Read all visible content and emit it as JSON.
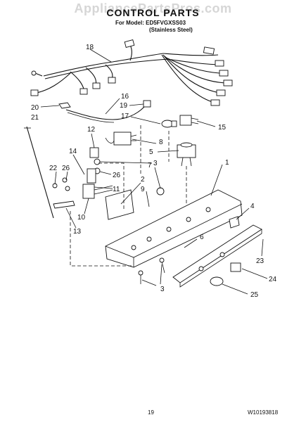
{
  "header": {
    "watermark": "AppliancePartsPros.com",
    "title": "CONTROL PARTS",
    "model_line": "For Model: ED5FVGXSS03",
    "model_sub": "(Stainless Steel)"
  },
  "footer": {
    "page_number": "19",
    "doc_code": "W10193818"
  },
  "callouts": [
    "18",
    "16",
    "19",
    "20",
    "21",
    "17",
    "15",
    "12",
    "8",
    "14",
    "3",
    "5",
    "1",
    "22",
    "26",
    "26",
    "7",
    "2",
    "11",
    "9",
    "4",
    "10",
    "13",
    "6",
    "23",
    "3",
    "24",
    "25"
  ]
}
